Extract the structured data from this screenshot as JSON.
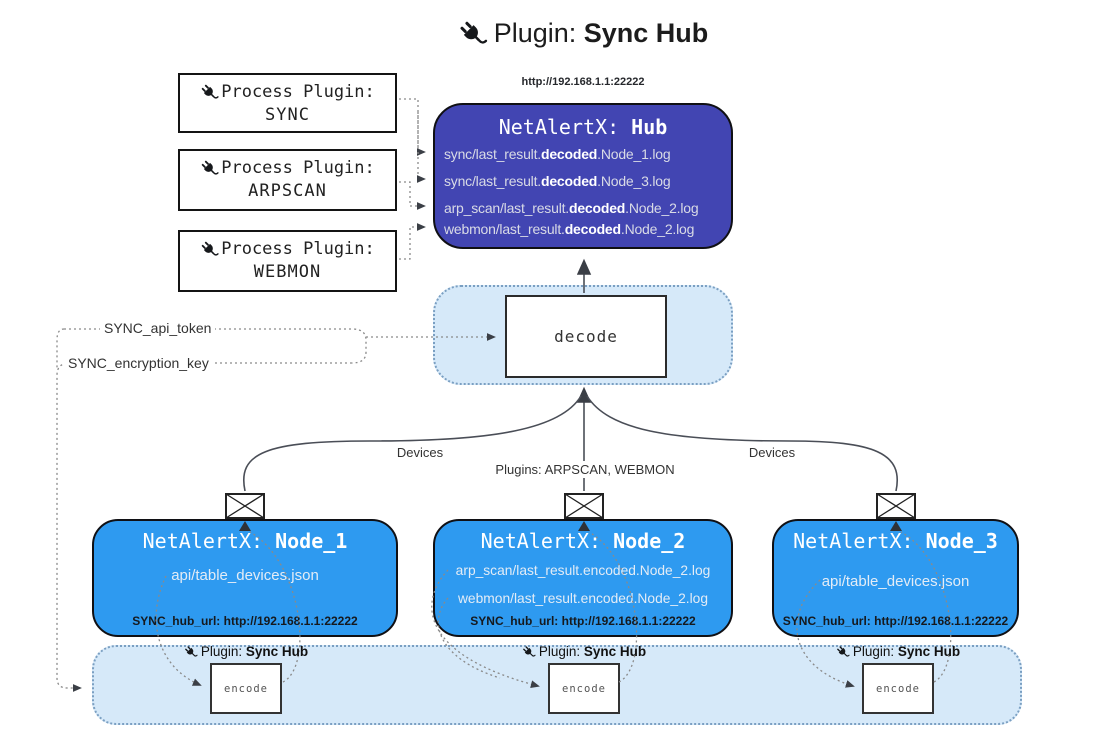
{
  "title": {
    "prefix": "Plugin: ",
    "bold": "Sync Hub"
  },
  "process_plugins": [
    {
      "label": "Process Plugin:",
      "name": "SYNC"
    },
    {
      "label": "Process Plugin:",
      "name": "ARPSCAN"
    },
    {
      "label": "Process Plugin:",
      "name": "WEBMON"
    }
  ],
  "hub": {
    "url": "http://192.168.1.1:22222",
    "title_prefix": "NetAlertX: ",
    "title_bold": "Hub",
    "logs": [
      {
        "pre": "sync/last_result.",
        "bold": "decoded",
        "post": ".Node_1.log"
      },
      {
        "pre": "sync/last_result.",
        "bold": "decoded",
        "post": ".Node_3.log"
      },
      {
        "pre": "arp_scan/last_result.",
        "bold": "decoded",
        "post": ".Node_2.log"
      },
      {
        "pre": "webmon/last_result.",
        "bold": "decoded",
        "post": ".Node_2.log"
      }
    ]
  },
  "decode": {
    "label": "decode"
  },
  "secrets": {
    "api_token": "SYNC_api_token",
    "encryption_key": "SYNC_encryption_key"
  },
  "edges": {
    "devices_left": "Devices",
    "devices_right": "Devices",
    "plugins_middle": "Plugins: ARPSCAN, WEBMON"
  },
  "nodes": [
    {
      "title_prefix": "NetAlertX: ",
      "title_bold": "Node_1",
      "files": [
        "api/table_devices.json"
      ],
      "hub_url": "SYNC_hub_url: http://192.168.1.1:22222"
    },
    {
      "title_prefix": "NetAlertX: ",
      "title_bold": "Node_2",
      "files": [
        "arp_scan/last_result.encoded.Node_2.log",
        "webmon/last_result.encoded.Node_2.log"
      ],
      "hub_url": "SYNC_hub_url: http://192.168.1.1:22222"
    },
    {
      "title_prefix": "NetAlertX: ",
      "title_bold": "Node_3",
      "files": [
        "api/table_devices.json"
      ],
      "hub_url": "SYNC_hub_url: http://192.168.1.1:22222"
    }
  ],
  "encoders": [
    {
      "plugin_prefix": "Plugin: ",
      "plugin_bold": "Sync Hub",
      "label": "encode"
    },
    {
      "plugin_prefix": "Plugin: ",
      "plugin_bold": "Sync Hub",
      "label": "encode"
    },
    {
      "plugin_prefix": "Plugin: ",
      "plugin_bold": "Sync Hub",
      "label": "encode"
    }
  ],
  "colors": {
    "hub_fill": "#4245b2",
    "node_fill": "#2e9af0",
    "panel_fill": "#d6e9f9",
    "panel_border": "#7a9fc2",
    "connector": "#4a4e57",
    "dotted": "#8a8a8a"
  }
}
